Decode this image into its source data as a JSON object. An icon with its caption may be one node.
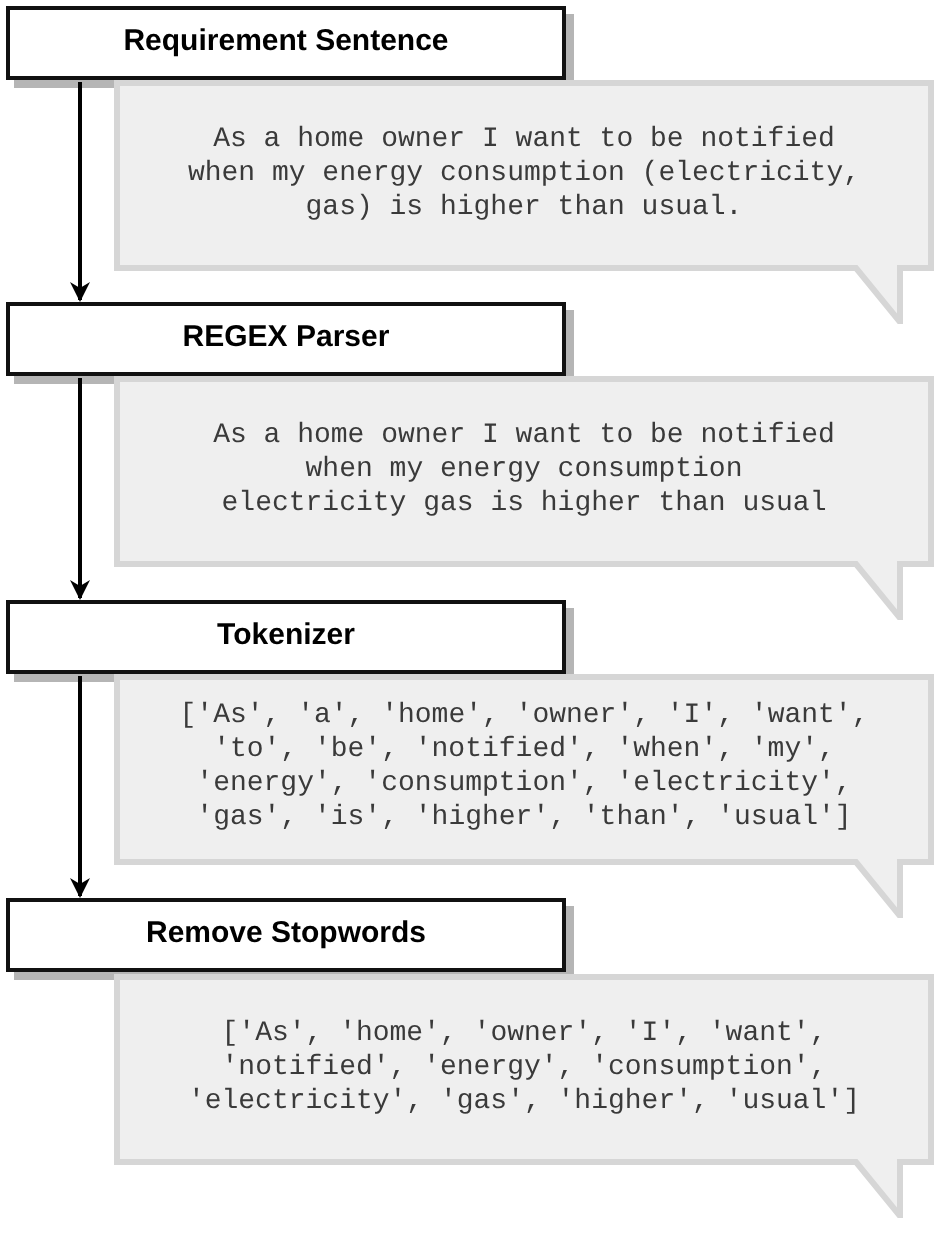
{
  "diagram": {
    "nodes": [
      {
        "text": [
          "Requirement Sentence"
        ]
      },
      {
        "text": [
          "As a home owner I want to be notified when my energy consumption (electricity, gas) is higher than usual."
        ]
      },
      {
        "text": [
          "REGEX Parser"
        ]
      },
      {
        "text": [
          "As a home owner I want to be notified when my energy consumption electricity gas is higher than usual"
        ]
      },
      {
        "text": [
          "Tokenizer"
        ]
      },
      {
        "text": [
          "['As', 'a', 'home', 'owner', 'I', 'want', 'to', 'be', 'notified', 'when', 'my', 'energy', 'consumption', 'electricity', 'gas', 'is', 'higher', 'than', 'usual']"
        ]
      },
      {
        "text": [
          "Remove Stopwords"
        ]
      },
      {
        "text": [
          "['As', 'home', 'owner', 'I', 'want', 'notified', 'energy', 'consumption', 'electricity', 'gas', 'higher', 'usual']"
        ]
      }
    ],
    "edges": [
      {
        "from": 0,
        "to": 2,
        "arrow": "to"
      },
      {
        "from": 2,
        "to": 4,
        "arrow": "to"
      },
      {
        "from": 4,
        "to": 6,
        "arrow": "to"
      }
    ]
  }
}
